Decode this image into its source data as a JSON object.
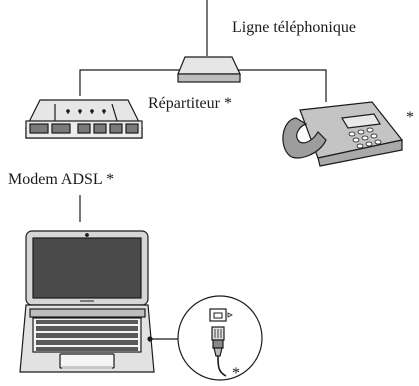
{
  "diagram": {
    "labels": {
      "phone_line": "Ligne téléphonique",
      "splitter": "Répartiteur *",
      "modem": "Modem ADSL *",
      "phone_note": "*",
      "cable_note": "*"
    },
    "icons": {
      "splitter": "splitter-icon",
      "modem": "adsl-modem-icon",
      "telephone": "telephone-icon",
      "laptop": "laptop-icon",
      "port": "ethernet-port-icon",
      "plug": "rj45-plug-icon"
    },
    "colors": {
      "stroke": "#1a1a1a",
      "device_fill": "#e3e3e3",
      "device_dark": "#bdbdbd",
      "screen": "#4a4a4a"
    }
  }
}
